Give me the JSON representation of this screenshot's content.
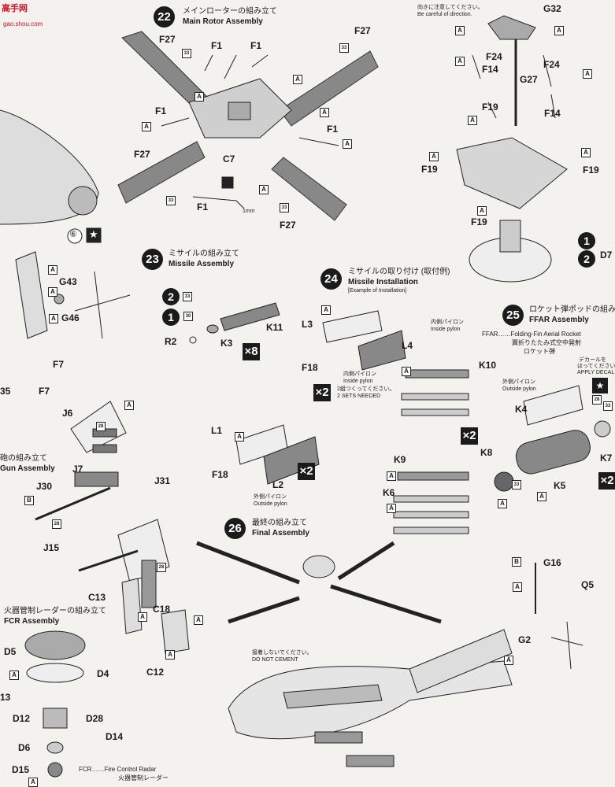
{
  "watermark": {
    "logo": "高手网",
    "url": "gao.shou.com"
  },
  "steps": {
    "s22": {
      "num": "22",
      "jp": "メインローターの組み立て",
      "en": "Main Rotor Assembly"
    },
    "s23": {
      "num": "23",
      "jp": "ミサイルの組み立て",
      "en": "Missile Assembly"
    },
    "s24": {
      "num": "24",
      "jp": "ミサイルの取り付け (取付例)",
      "en": "Missile Installation",
      "en2": "[Example of Installation]"
    },
    "s25": {
      "num": "25",
      "jp": "ロケット弾ポッドの組み立て",
      "en": "FFAR Assembly"
    },
    "s26": {
      "num": "26",
      "jp": "最終の組み立て",
      "en": "Final Assembly"
    }
  },
  "notes": {
    "careful_jp": "向きに注意してください。",
    "careful_en": "Be careful of direction.",
    "ffar_def": "FFAR……Folding-Fin Aerial Rocket",
    "ffar_jp1": "翼折りたたみ式空中発射",
    "ffar_jp2": "ロケット弾",
    "decal_jp1": "デカールを",
    "decal_jp2": "はってください",
    "decal_en": "APPLY DECAL",
    "inner_jp": "内側パイロン",
    "inner_en": "Inside pylon",
    "outer_jp": "外側パイロン",
    "outer_en": "Outside pylon",
    "two_sets_jp": "2組つくってください。",
    "two_sets_en": "2 SETS NEEDED",
    "no_cement_jp": "接着しないでください。",
    "no_cement_en": "DO NOT CEMENT",
    "fcr_jp": "火器管制レーダーの組み立て",
    "fcr_en": "FCR Assembly",
    "fcr_def": "FCR……Fire Control Radar",
    "fcr_def_jp": "火器管制レーダー",
    "gun_jp": "砲の組み立て",
    "gun_en": "Gun Assembly",
    "mm": "1mm",
    "mark1": "1",
    "mark2": "2"
  },
  "labels": {
    "F27a": "F27",
    "F1a": "F1",
    "F1b": "F1",
    "F27b": "F27",
    "F1c": "F1",
    "F1d": "F1",
    "F27c": "F27",
    "C7": "C7",
    "F1e": "F1",
    "F27d": "F27",
    "G32": "G32",
    "F24a": "F24",
    "F24b": "F24",
    "F14a": "F14",
    "G27": "G27",
    "F14b": "F14",
    "F19a": "F19",
    "F19b": "F19",
    "F19c": "F19",
    "F19d": "F19",
    "D7": "D7",
    "G43": "G43",
    "G46": "G46",
    "F7a": "F7",
    "F7b": "F7",
    "n35": "35",
    "J6": "J6",
    "J7": "J7",
    "J31": "J31",
    "J30": "J30",
    "J15": "J15",
    "C13": "C13",
    "C18": "C18",
    "C12": "C12",
    "D5": "D5",
    "D4": "D4",
    "n13": "13",
    "D12": "D12",
    "D28": "D28",
    "D14": "D14",
    "D6": "D6",
    "D15": "D15",
    "K11": "K11",
    "R2": "R2",
    "K3": "K3",
    "L3": "L3",
    "L4": "L4",
    "F18a": "F18",
    "K10": "K10",
    "L1": "L1",
    "F18b": "F18",
    "L2": "L2",
    "K9": "K9",
    "K6": "K6",
    "K4": "K4",
    "K8": "K8",
    "K5": "K5",
    "K7": "K7",
    "G16": "G16",
    "Q5": "Q5",
    "G2": "G2"
  },
  "badges": {
    "x2": "×2",
    "x8": "×8",
    "A": "A",
    "B": "B",
    "n33": "33",
    "n28": "28",
    "n30": "30",
    "n6": "⑥"
  }
}
